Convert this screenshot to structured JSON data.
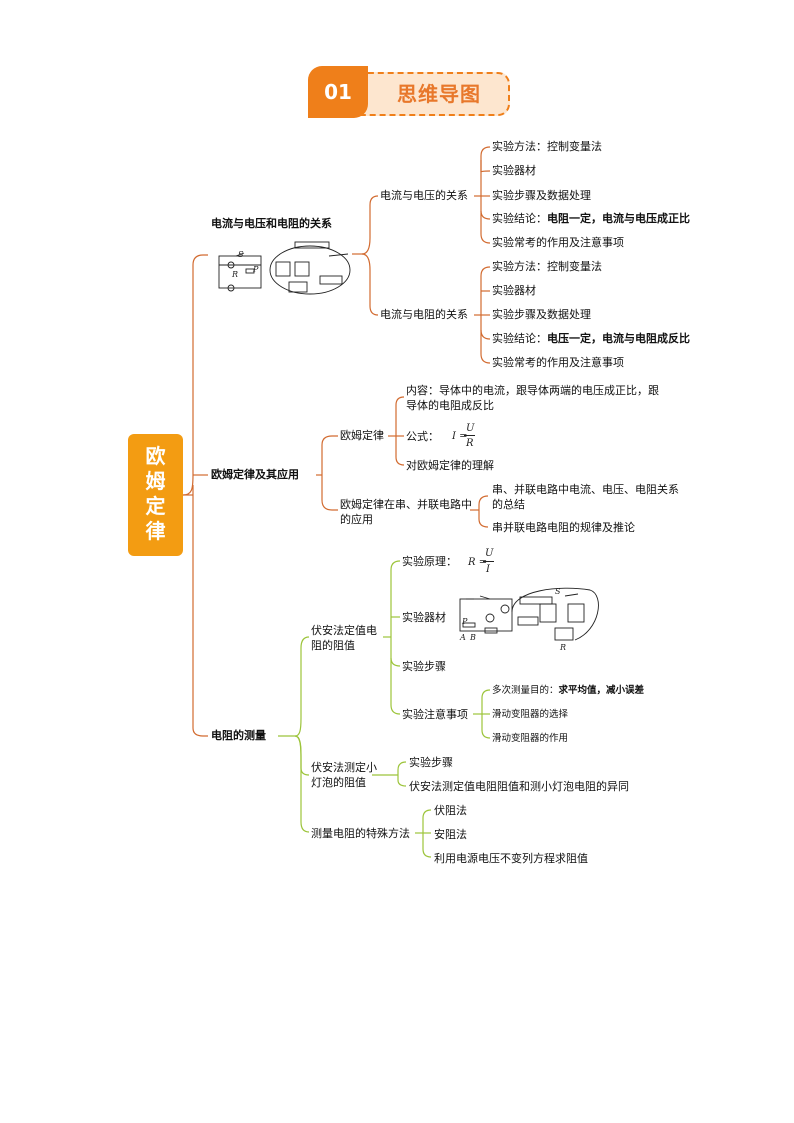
{
  "header": {
    "number": "01",
    "title": "思维导图"
  },
  "root": {
    "chars": [
      "欧",
      "姆",
      "定",
      "律"
    ]
  },
  "branch1": {
    "label": "电流与电压和电阻的关系",
    "sub1": {
      "label": "电流与电压的关系",
      "items": [
        {
          "text": "实验方法：控制变量法"
        },
        {
          "text": "实验器材"
        },
        {
          "text": "实验步骤及数据处理"
        },
        {
          "prefix": "实验结论：",
          "text": "电阻一定，电流与电压成正比"
        },
        {
          "text": "实验常考的作用及注意事项"
        }
      ]
    },
    "sub2": {
      "label": "电流与电阻的关系",
      "items": [
        {
          "text": "实验方法：控制变量法"
        },
        {
          "text": "实验器材"
        },
        {
          "text": "实验步骤及数据处理"
        },
        {
          "prefix": "实验结论：",
          "text": "电压一定，电流与电阻成反比"
        },
        {
          "text": "实验常考的作用及注意事项"
        }
      ]
    }
  },
  "branch2": {
    "label": "欧姆定律及其应用",
    "sub1": {
      "label": "欧姆定律",
      "content": "内容：导体中的电流，跟导体两端的电压成正比，跟导体的电阻成反比",
      "formula_label": "公式：",
      "formula": {
        "lhs": "I =",
        "num": "U",
        "den": "R"
      },
      "understanding": "对欧姆定律的理解"
    },
    "sub2": {
      "label": "欧姆定律在串、并联电路中的应用",
      "items": [
        {
          "text": "串、并联电路中电流、电压、电阻关系的总结"
        },
        {
          "text": "串并联电路电阻的规律及推论"
        }
      ]
    }
  },
  "branch3": {
    "label": "电阻的测量",
    "sub1": {
      "label": "伏安法定值电阻的阻值",
      "principle_label": "实验原理：",
      "principle": {
        "lhs": "R =",
        "num": "U",
        "den": "I"
      },
      "equipment": "实验器材",
      "steps": "实验步骤",
      "notes": {
        "label": "实验注意事项",
        "items": [
          {
            "prefix": "多次测量目的：",
            "text": "求平均值，减小误差"
          },
          {
            "text": "滑动变阻器的选择"
          },
          {
            "text": "滑动变阻器的作用"
          }
        ]
      }
    },
    "sub2": {
      "label": "伏安法测定小灯泡的阻值",
      "items": [
        {
          "text": "实验步骤"
        },
        {
          "text": "伏安法测定值电阻阻值和测小灯泡电阻的异同"
        }
      ]
    },
    "sub3": {
      "label": "测量电阻的特殊方法",
      "items": [
        {
          "text": "伏阻法"
        },
        {
          "text": "安阻法"
        },
        {
          "text": "利用电源电压不变列方程求阻值"
        }
      ]
    }
  },
  "figure_labels": {
    "circuit1": {
      "p": "P",
      "r": "R",
      "s": "S"
    },
    "circuit2": {
      "p": "P",
      "a": "A",
      "b": "B",
      "s": "S",
      "r": "R"
    }
  },
  "colors": {
    "orange": "#f39c12",
    "line_orange": "#d26b30",
    "line_green": "#9cc43a"
  }
}
